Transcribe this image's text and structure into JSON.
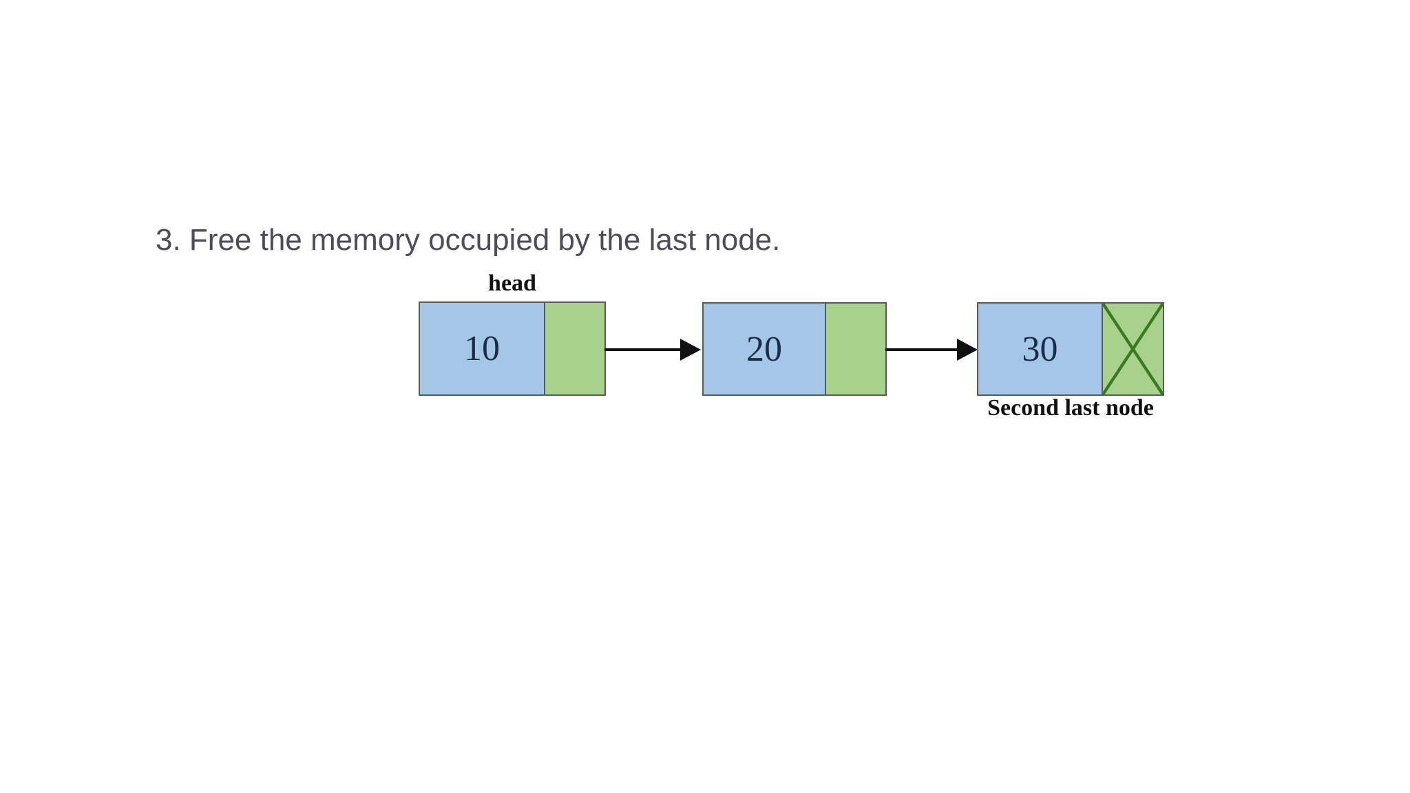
{
  "title": "3. Free the memory occupied by the last node.",
  "diagram": {
    "head_label": "head",
    "second_last_label": "Second last node",
    "nodes": [
      {
        "value": "10",
        "pointer": "next",
        "freed": false
      },
      {
        "value": "20",
        "pointer": "next",
        "freed": false
      },
      {
        "value": "30",
        "pointer": "next",
        "freed": true
      }
    ],
    "icons": {
      "arrow": "arrow-right-icon",
      "freed_pointer": "x-icon"
    }
  },
  "colors": {
    "background": "#ffffff",
    "title_text": "#4d4d56",
    "label_text": "#111111",
    "node_data_fill": "#a4c7e7",
    "node_next_fill": "#a9d18e",
    "node_border": "#5a5a5a",
    "value_text": "#1a2c4a",
    "arrow": "#111111",
    "freed_x": "#3a7a23"
  }
}
